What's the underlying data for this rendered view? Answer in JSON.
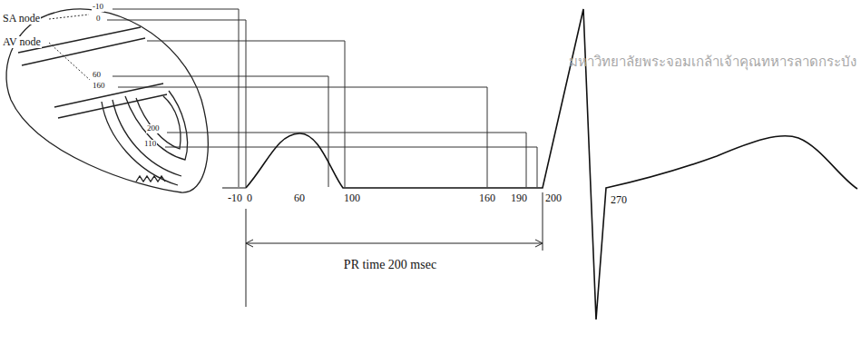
{
  "diagram": {
    "labels": [
      "SA node",
      "AV node",
      "-10",
      "0",
      "60",
      "160",
      "200",
      "110",
      "-10",
      "0",
      "60",
      "100",
      "160",
      "190",
      "200",
      "270",
      "PR time 200 msec",
      "มหาวิทยาลัยพระจอมเกล้าเจ้าคุณทหารลาดกระบัง"
    ]
  }
}
